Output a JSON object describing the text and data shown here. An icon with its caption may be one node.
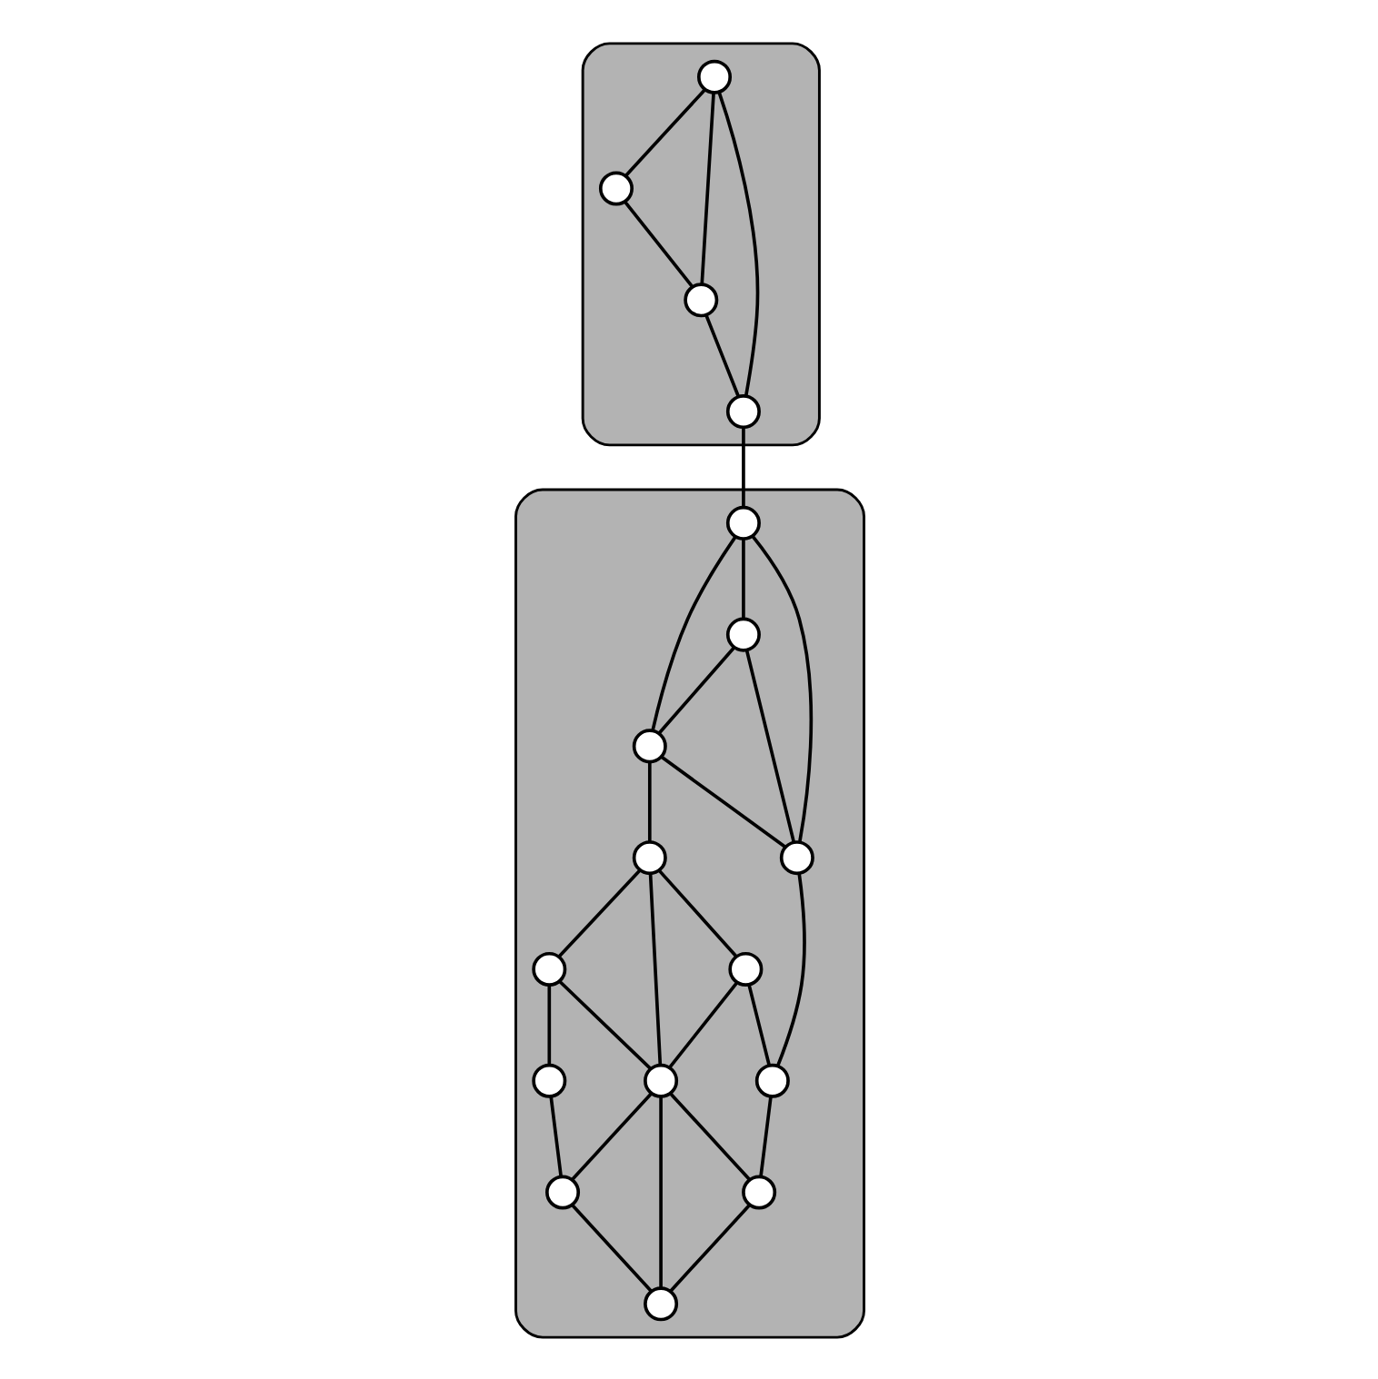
{
  "diagram": {
    "nodes": [
      {
        "text": [],
        "shape": "blob"
      },
      {
        "text": [],
        "shape": "circle",
        "in": 0
      },
      {
        "text": [],
        "shape": "circle",
        "in": 0
      },
      {
        "text": [],
        "shape": "circle",
        "in": 0
      },
      {
        "text": [],
        "shape": "circle",
        "in": 0
      },
      {
        "text": [],
        "shape": "blob"
      },
      {
        "text": [],
        "shape": "circle",
        "in": 5
      },
      {
        "text": [],
        "shape": "circle",
        "in": 5
      },
      {
        "text": [],
        "shape": "circle",
        "in": 5
      },
      {
        "text": [],
        "shape": "circle",
        "in": 5
      },
      {
        "text": [],
        "shape": "circle",
        "in": 5
      },
      {
        "text": [],
        "shape": "circle",
        "in": 5
      },
      {
        "text": [],
        "shape": "circle",
        "in": 5
      },
      {
        "text": [],
        "shape": "circle",
        "in": 5
      },
      {
        "text": [],
        "shape": "circle",
        "in": 5
      },
      {
        "text": [],
        "shape": "circle",
        "in": 5
      },
      {
        "text": [],
        "shape": "circle",
        "in": 5
      },
      {
        "text": [],
        "shape": "circle",
        "in": 5
      },
      {
        "text": [],
        "shape": "circle",
        "in": 5
      }
    ],
    "edges": [
      {
        "from": 1,
        "to": 2,
        "arrow": "none"
      },
      {
        "from": 1,
        "to": 3,
        "arrow": "none"
      },
      {
        "from": 1,
        "to": 4,
        "arrow": "none"
      },
      {
        "from": 2,
        "to": 3,
        "arrow": "none"
      },
      {
        "from": 3,
        "to": 4,
        "arrow": "none"
      },
      {
        "from": 4,
        "to": 6,
        "arrow": "none"
      },
      {
        "from": 6,
        "to": 7,
        "arrow": "none"
      },
      {
        "from": 6,
        "to": 8,
        "arrow": "none"
      },
      {
        "from": 7,
        "to": 9,
        "arrow": "none"
      },
      {
        "from": 6,
        "to": 9,
        "arrow": "none"
      },
      {
        "from": 7,
        "to": 8,
        "arrow": "none"
      },
      {
        "from": 8,
        "to": 9,
        "arrow": "none"
      },
      {
        "from": 8,
        "to": 10,
        "arrow": "none"
      },
      {
        "from": 9,
        "to": 12,
        "arrow": "none"
      },
      {
        "from": 10,
        "to": 11,
        "arrow": "none"
      },
      {
        "from": 11,
        "to": 12,
        "arrow": "none"
      },
      {
        "from": 10,
        "to": 13,
        "arrow": "none"
      },
      {
        "from": 11,
        "to": 14,
        "arrow": "none"
      },
      {
        "from": 12,
        "to": 15,
        "arrow": "none"
      },
      {
        "from": 10,
        "to": 14,
        "arrow": "none"
      },
      {
        "from": 13,
        "to": 14,
        "arrow": "none"
      },
      {
        "from": 14,
        "to": 15,
        "arrow": "none"
      },
      {
        "from": 13,
        "to": 16,
        "arrow": "none"
      },
      {
        "from": 14,
        "to": 17,
        "arrow": "none"
      },
      {
        "from": 15,
        "to": 18,
        "arrow": "none"
      },
      {
        "from": 14,
        "to": 18,
        "arrow": "none"
      },
      {
        "from": 16,
        "to": 17,
        "arrow": "none"
      },
      {
        "from": 17,
        "to": 18,
        "arrow": "none"
      }
    ]
  }
}
